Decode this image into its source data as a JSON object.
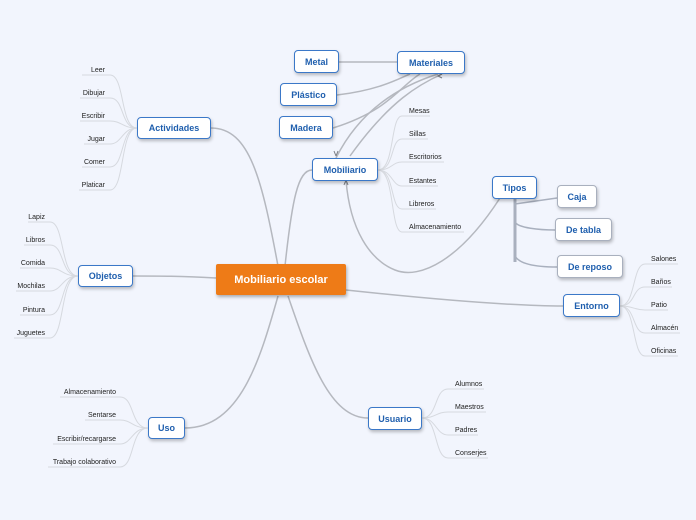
{
  "central": "Mobiliario escolar",
  "nodes": {
    "actividades": "Actividades",
    "objetos": "Objetos",
    "uso": "Uso",
    "mobiliario": "Mobiliario",
    "materiales": "Materiales",
    "metal": "Metal",
    "plastico": "Plástico",
    "madera": "Madera",
    "tipos": "Tipos",
    "caja": "Caja",
    "de_tabla": "De tabla",
    "de_reposo": "De reposo",
    "entorno": "Entorno",
    "usuario": "Usuario"
  },
  "leaves": {
    "actividades": [
      "Leer",
      "Dibujar",
      "Escribir",
      "Jugar",
      "Comer",
      "Platicar"
    ],
    "objetos": [
      "Lapiz",
      "Libros",
      "Comida",
      "Mochilas",
      "Pintura",
      "Juguetes"
    ],
    "uso": [
      "Almacenamiento",
      "Sentarse",
      "Escribir/recargarse",
      "Trabajo colaborativo"
    ],
    "mobiliario": [
      "Mesas",
      "Sillas",
      "Escritorios",
      "Estantes",
      "Libreros",
      "Almacenamiento"
    ],
    "entorno": [
      "Salones",
      "Baños",
      "Patio",
      "Almacén",
      "Oficinas"
    ],
    "usuario": [
      "Alumnos",
      "Maestros",
      "Padres",
      "Conserjes"
    ]
  }
}
